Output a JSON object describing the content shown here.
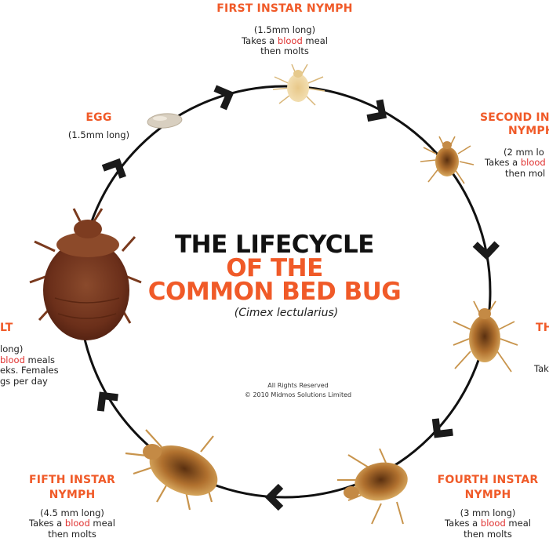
{
  "title": {
    "line1": "THE LIFECYCLE",
    "line2": "OF THE",
    "line3": "COMMON BED BUG",
    "scientific_name": "(Cimex lectularius)"
  },
  "copyright": {
    "line1": "All Rights Reserved",
    "line2": "© 2010 Midmos Solutions Limited"
  },
  "colors": {
    "accent": "#f05a28",
    "highlight": "#e0312f",
    "text": "#111111"
  },
  "stages": {
    "egg": {
      "title": "EGG",
      "desc": "(1.5mm long)"
    },
    "first": {
      "title": "FIRST INSTAR NYMPH",
      "size": "(1.5mm long)",
      "pre": "Takes a ",
      "hl": "blood",
      "post": " meal",
      "line3": "then molts"
    },
    "second": {
      "title1": "SECOND IN",
      "title2": "NYMPH",
      "size": "(2 mm lo",
      "pre": "Takes a ",
      "hl": "blood",
      "line3": "then mol"
    },
    "third": {
      "title": "TH",
      "pre": "Take"
    },
    "fourth": {
      "title1": "FOURTH INSTAR",
      "title2": "NYMPH",
      "size": "(3 mm long)",
      "pre": "Takes a ",
      "hl": "blood",
      "post": " meal",
      "line3": "then molts"
    },
    "fifth": {
      "title1": "FIFTH INSTAR",
      "title2": "NYMPH",
      "size": "(4.5 mm long)",
      "pre": "Takes a ",
      "hl": "blood",
      "post": " meal",
      "line3": "then molts"
    },
    "adult": {
      "title": "LT",
      "size": "long)",
      "hl": "blood",
      "post": " meals",
      "line3": "eks. Females",
      "line4": "gs per day"
    }
  }
}
